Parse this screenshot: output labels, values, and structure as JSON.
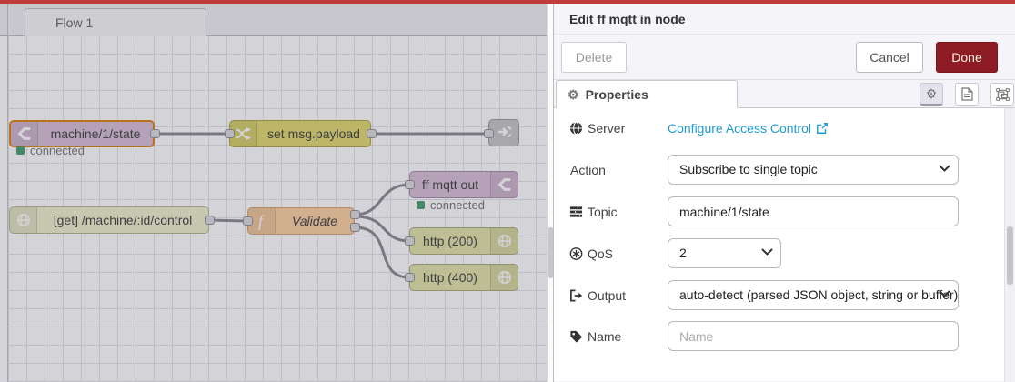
{
  "app": {
    "top_bar_color": "#c23b3b",
    "accent_red": "#8e1c24",
    "link_blue": "#1f9bd7",
    "status_green": "#4a9d6e"
  },
  "canvas": {
    "tab_label": "Flow 1",
    "nodes": {
      "mqtt_in": {
        "label": "machine/1/state",
        "status": "connected"
      },
      "change": {
        "label": "set msg.payload"
      },
      "link_out": {
        "label": ""
      },
      "http_in": {
        "label": "[get] /machine/:id/control"
      },
      "function": {
        "label": "Validate"
      },
      "mqtt_out": {
        "label": "ff mqtt out",
        "status": "connected"
      },
      "http_response_200": {
        "label": "http (200)"
      },
      "http_response_400": {
        "label": "http (400)"
      }
    }
  },
  "panel": {
    "title": "Edit ff mqtt in node",
    "delete_label": "Delete",
    "cancel_label": "Cancel",
    "done_label": "Done",
    "tab_label": "Properties",
    "form": {
      "server_label": "Server",
      "server_link": "Configure Access Control",
      "action_label": "Action",
      "action_value": "Subscribe to single topic",
      "topic_label": "Topic",
      "topic_value": "machine/1/state",
      "qos_label": "QoS",
      "qos_value": "2",
      "output_label": "Output",
      "output_value": "auto-detect (parsed JSON object, string or buffer)",
      "name_label": "Name",
      "name_placeholder": "Name"
    }
  }
}
